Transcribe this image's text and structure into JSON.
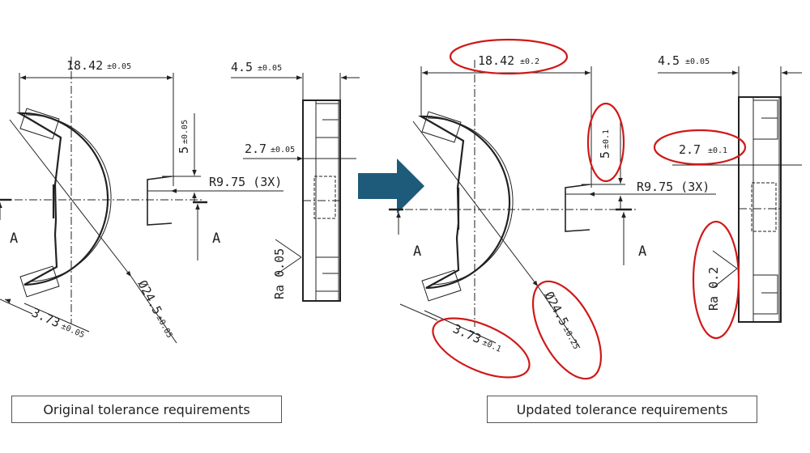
{
  "original": {
    "caption": "Original tolerance requirements",
    "width": {
      "value": "18.42",
      "tol": "±0.05"
    },
    "depth": {
      "value": "5",
      "tol": "±0.05"
    },
    "radius": {
      "value": "R9.75 (3X)"
    },
    "diameter": {
      "value": "Ø24.5",
      "tol": "±0.05"
    },
    "tab": {
      "value": "3.73",
      "tol": "±0.05"
    },
    "thickness": {
      "value": "4.5",
      "tol": "±0.05"
    },
    "step": {
      "value": "2.7",
      "tol": "±0.05"
    },
    "roughness": {
      "value": "Ra 0.05"
    },
    "section_label": "A"
  },
  "updated": {
    "caption": "Updated tolerance requirements",
    "width": {
      "value": "18.42",
      "tol": "±0.2"
    },
    "depth": {
      "value": "5",
      "tol": "±0.1"
    },
    "radius": {
      "value": "R9.75 (3X)"
    },
    "diameter": {
      "value": "Ø24.5",
      "tol": "±0.25"
    },
    "tab": {
      "value": "3.73",
      "tol": "±0.1"
    },
    "thickness": {
      "value": "4.5",
      "tol": "±0.05"
    },
    "step": {
      "value": "2.7",
      "tol": "±0.1"
    },
    "roughness": {
      "value": "Ra 0.2"
    },
    "section_label": "A"
  },
  "colors": {
    "arrow": "#1e5b7a",
    "highlight": "#d01818",
    "line": "#222222"
  }
}
